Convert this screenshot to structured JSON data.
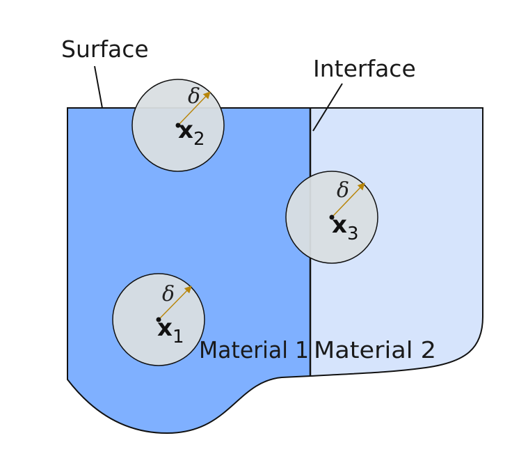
{
  "labels": {
    "surface": "Surface",
    "interface": "Interface",
    "material1": "Material 1",
    "material2": "Material 2"
  },
  "points": [
    {
      "id": "x1",
      "symbol": "x",
      "subscript": "1",
      "radius_label": "δ"
    },
    {
      "id": "x2",
      "symbol": "x",
      "subscript": "2",
      "radius_label": "δ"
    },
    {
      "id": "x3",
      "symbol": "x",
      "subscript": "3",
      "radius_label": "δ"
    }
  ],
  "colors": {
    "material1": "#7fb0ff",
    "material2": "#d6e4fc",
    "neighborhood": "#d9dee2",
    "radius_arrow": "#b8860b",
    "outline": "#111111"
  }
}
